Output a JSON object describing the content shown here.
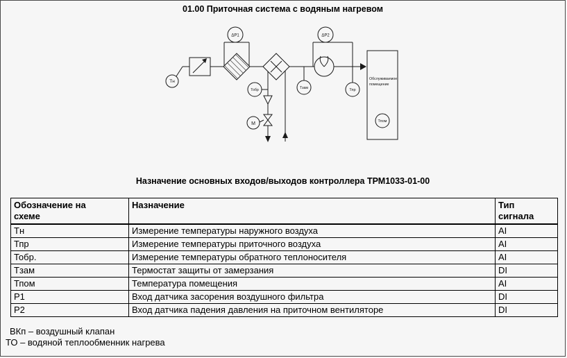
{
  "page": {
    "title": "01.00 Приточная система с водяным нагревом",
    "table_title": "Назначение основных входов/выходов контроллера ТРМ1033-01-00"
  },
  "diagram": {
    "sensor_tn": "Тн",
    "sensor_dp1": "ΔР1",
    "sensor_dp2": "ΔР2",
    "sensor_tobr": "Тобр",
    "sensor_tzam": "Тзам",
    "sensor_tpr": "Тпр",
    "sensor_tpom": "Тпом",
    "actuator_m": "М",
    "room_label_line1": "Обслуживаемое",
    "room_label_line2": "помещение"
  },
  "table": {
    "headers": [
      "Обозначение на\nсхеме",
      "Назначение",
      "Тип\nсигнала"
    ],
    "rows": [
      [
        "Тн",
        "Измерение температуры наружного воздуха",
        "AI"
      ],
      [
        "Тпр",
        "Измерение температуры приточного воздуха",
        "AI"
      ],
      [
        "Тобр.",
        "Измерение температуры обратного теплоносителя",
        "AI"
      ],
      [
        "Тзам",
        "Термостат защиты от замерзания",
        "DI"
      ],
      [
        "Тпом",
        "Температура помещения",
        "AI"
      ],
      [
        "P1",
        "Вход датчика засорения воздушного фильтра",
        "DI"
      ],
      [
        "P2",
        "Вход датчика падения давления на приточном вентиляторе",
        "DI"
      ]
    ]
  },
  "footnotes": [
    "ВКп – воздушный клапан",
    "ТО – водяной теплообменник нагрева"
  ]
}
